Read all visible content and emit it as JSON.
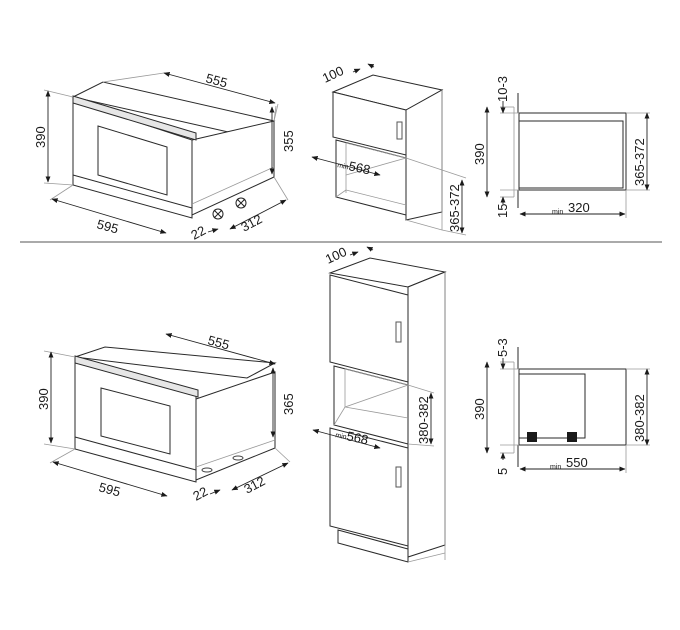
{
  "diagram": {
    "type": "installation-dimensions",
    "sections": [
      {
        "name": "wall-cabinet-installation",
        "appliance": {
          "width": "595",
          "height": "390",
          "depth_label": "555",
          "body_height": "355",
          "side_depth": "312",
          "door_offset": "22"
        },
        "cabinet": {
          "top_offset": "100",
          "min_depth_prefix": "min",
          "min_depth": "568",
          "niche_height": "365-372"
        },
        "side_view": {
          "top_gap": "10-3",
          "height": "390",
          "bottom_gap": "15",
          "niche_height": "365-372",
          "min_depth_prefix": "min",
          "min_depth": "320"
        }
      },
      {
        "name": "tall-column-installation",
        "appliance": {
          "width": "595",
          "height": "390",
          "depth_label": "555",
          "body_height": "365",
          "side_depth": "312",
          "door_offset": "22"
        },
        "cabinet": {
          "top_offset": "100",
          "min_depth_prefix": "min",
          "min_depth": "568",
          "niche_height": "380-382"
        },
        "side_view": {
          "top_gap": "5-3",
          "height": "390",
          "bottom_gap": "5",
          "niche_height": "380-382",
          "min_depth_prefix": "min",
          "min_depth": "550"
        }
      }
    ]
  }
}
